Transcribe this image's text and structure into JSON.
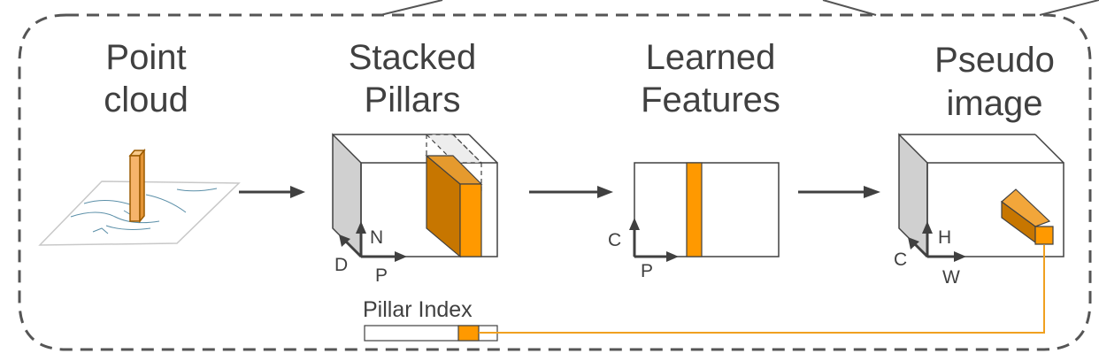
{
  "stages": [
    {
      "id": "point-cloud",
      "title_line1": "Point",
      "title_line2": "cloud"
    },
    {
      "id": "stacked-pillars",
      "title_line1": "Stacked",
      "title_line2": "Pillars",
      "axes": [
        "N",
        "D",
        "P"
      ]
    },
    {
      "id": "learned-features",
      "title_line1": "Learned",
      "title_line2": "Features",
      "axes": [
        "C",
        "P"
      ]
    },
    {
      "id": "pseudo-image",
      "title_line1": "Pseudo",
      "title_line2": "image",
      "axes": [
        "H",
        "C",
        "W"
      ]
    }
  ],
  "pillar_index_label": "Pillar Index",
  "colors": {
    "pillar_orange": "#ff9900",
    "pillar_orange_dark": "#c77600",
    "pillar_orange_light": "#f6b46b",
    "frame_dash": "#555555",
    "line": "#404040",
    "side_face": "#d0d0d0"
  }
}
